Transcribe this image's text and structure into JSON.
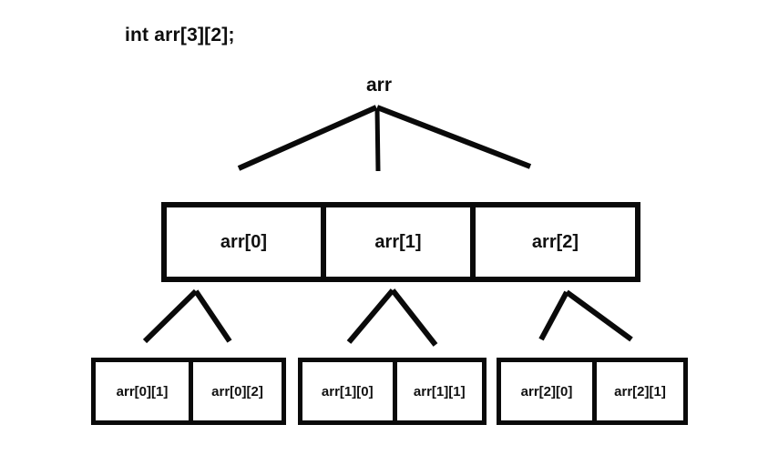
{
  "diagram": {
    "title": "int arr[3][2];",
    "root": {
      "label": "arr"
    },
    "colors": {
      "stroke": "#0a0a0a",
      "text": "#111111",
      "background": "#ffffff"
    },
    "level1": {
      "cells": [
        {
          "label": "arr[0]"
        },
        {
          "label": "arr[1]"
        },
        {
          "label": "arr[2]"
        }
      ]
    },
    "level2": {
      "groups": [
        {
          "cells": [
            {
              "label": "arr[0][1]"
            },
            {
              "label": "arr[0][2]"
            }
          ]
        },
        {
          "cells": [
            {
              "label": "arr[1][0]"
            },
            {
              "label": "arr[1][1]"
            }
          ]
        },
        {
          "cells": [
            {
              "label": "arr[2][0]"
            },
            {
              "label": "arr[2][1]"
            }
          ]
        }
      ]
    }
  }
}
